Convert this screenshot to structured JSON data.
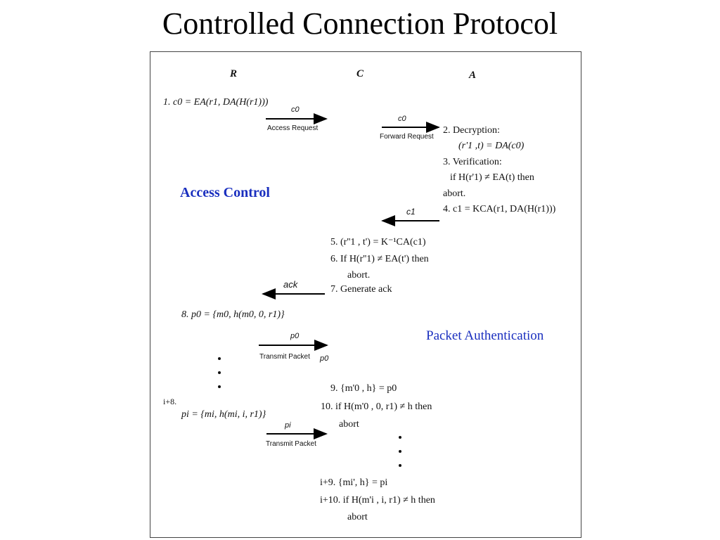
{
  "title": "Controlled Connection Protocol",
  "columns": {
    "r": "R",
    "c": "C",
    "a": "A"
  },
  "labels": {
    "access_control": "Access Control",
    "packet_authentication": "Packet Authentication"
  },
  "arrows": {
    "access_request": "Access Request",
    "forward_request": "Forward Request",
    "transmit_packet_1": "Transmit Packet",
    "transmit_packet_2": "Transmit Packet",
    "c0_a": "c0",
    "c0_b": "c0",
    "c1": "c1",
    "ack": "ack",
    "p0_top": "p0",
    "p0_side": "p0",
    "pi": "pi"
  },
  "steps": {
    "s1": "1. c0 = EA(r1, DA(H(r1)))",
    "s2": "2.  Decryption:",
    "s2b": "(r'1 ,t) = DA(c0)",
    "s3": "3.  Verification:",
    "s3b": "if  H(r'1) ≠ EA(t)  then",
    "s3c": "abort.",
    "s4": "4.  c1 = KCA(r1, DA(H(r1)))",
    "s5": "5.   (r''1 , t') = K⁻¹CA(c1)",
    "s6": "6.   If H(r''1) ≠ EA(t')  then",
    "s6b": "abort.",
    "s7": "7.   Generate  ack",
    "s8": "8.    p0 = {m0, h(m0, 0, r1)}",
    "s9": "9.  {m'0 , h} = p0",
    "s10": "10. if H(m'0 , 0, r1) ≠ h then",
    "s10b": "abort",
    "si8": "i+8.",
    "si8b": "pi = {mi, h(mi, i, r1)}",
    "si9": "i+9.  {mi', h} = pi",
    "si10": "i+10.  if H(m'i , i, r1) ≠ h  then",
    "si10b": "abort"
  }
}
